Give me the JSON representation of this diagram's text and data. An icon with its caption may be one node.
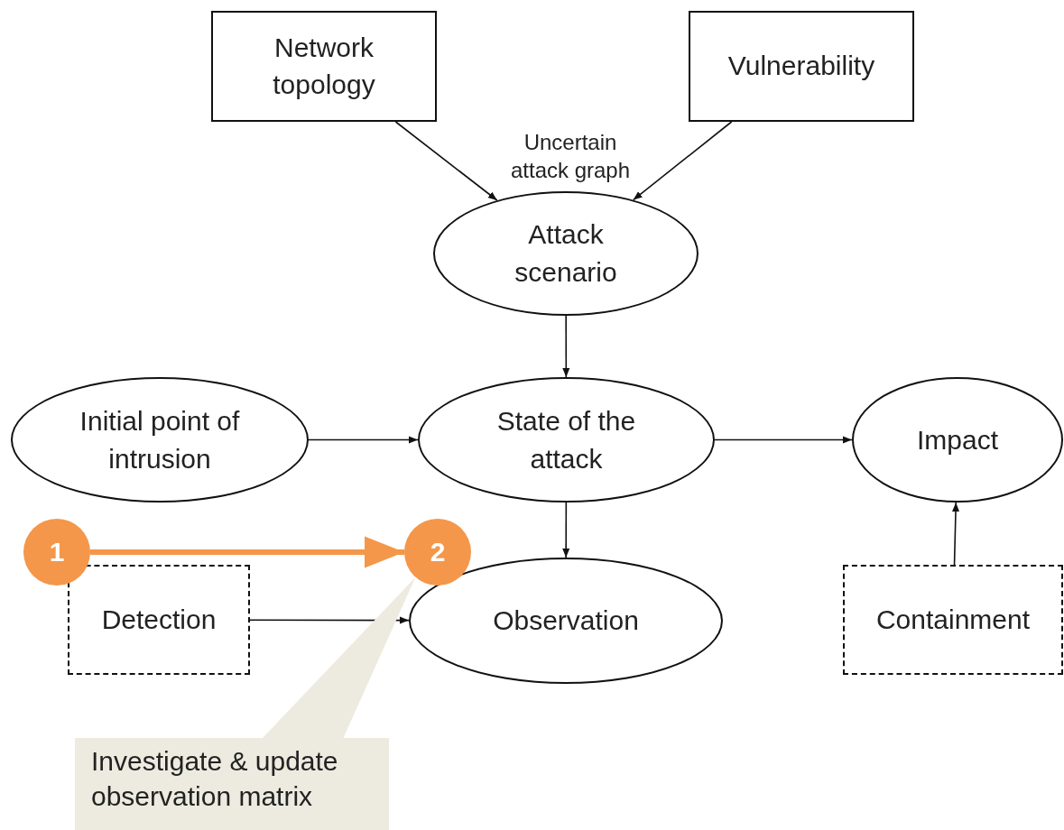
{
  "diagram": {
    "nodes": [
      {
        "text": [
          "Network topology"
        ]
      },
      {
        "text": [
          "Vulnerability"
        ]
      },
      {
        "text": [
          "Attack scenario"
        ],
        "beside": [
          "Uncertain attack graph"
        ]
      },
      {
        "text": [
          "Initial point of intrusion"
        ]
      },
      {
        "text": [
          "State of the attack"
        ]
      },
      {
        "text": [
          "Impact"
        ]
      },
      {
        "text": [
          "Detection"
        ]
      },
      {
        "text": [
          "Observation"
        ]
      },
      {
        "text": [
          "Containment"
        ]
      },
      {
        "text": [
          "1"
        ]
      },
      {
        "text": [
          "2"
        ]
      },
      {
        "text": [
          "Investigate & update observation matrix"
        ]
      }
    ],
    "edges": [
      {
        "from": 0,
        "to": 2,
        "arrow": "to"
      },
      {
        "from": 1,
        "to": 2,
        "arrow": "to"
      },
      {
        "from": 2,
        "to": 4,
        "arrow": "to"
      },
      {
        "from": 3,
        "to": 4,
        "arrow": "to"
      },
      {
        "from": 4,
        "to": 5,
        "arrow": "to"
      },
      {
        "from": 4,
        "to": 7,
        "arrow": "to"
      },
      {
        "from": 6,
        "to": 7,
        "arrow": "to"
      },
      {
        "from": 8,
        "to": 5,
        "arrow": "to"
      },
      {
        "from": 9,
        "to": 10,
        "arrow": "to",
        "style": "thick",
        "color": "#f4974a"
      },
      {
        "from": 11,
        "to": 10,
        "arrow": "none",
        "color": "#edebe0"
      }
    ]
  }
}
